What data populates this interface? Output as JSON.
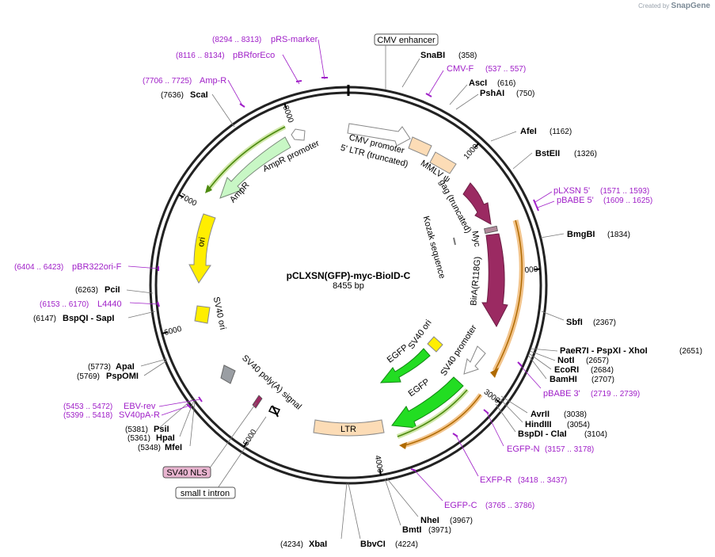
{
  "header": {
    "created_by": "Created by",
    "brand": "SnapGene"
  },
  "plasmid": {
    "name": "pCLXSN(GFP)-myc-BioID-C",
    "length_label": "8455 bp"
  },
  "ticks": [
    {
      "label": "1000",
      "bp": 1000
    },
    {
      "label": "2000",
      "bp": 2000
    },
    {
      "label": "3000",
      "bp": 3000
    },
    {
      "label": "4000",
      "bp": 4000
    },
    {
      "label": "5000",
      "bp": 5000
    },
    {
      "label": "6000",
      "bp": 6000
    },
    {
      "label": "7000",
      "bp": 7000
    },
    {
      "label": "8000",
      "bp": 8000
    }
  ],
  "features": [
    {
      "name": "CMV enhancer",
      "boxed": true
    },
    {
      "name": "CMV promoter"
    },
    {
      "name": "5' LTR (truncated)"
    },
    {
      "name": "MMLV ψ"
    },
    {
      "name": "gag (truncated)"
    },
    {
      "name": "Myc"
    },
    {
      "name": "Kozak sequence"
    },
    {
      "name": "BirA(R118G)"
    },
    {
      "name": "SV40 promoter"
    },
    {
      "name": "EGFP"
    },
    {
      "name": "SV40 ori"
    },
    {
      "name": "EGFP"
    },
    {
      "name": "LTR"
    },
    {
      "name": "SV40 poly(A) signal"
    },
    {
      "name": "SV40 ori"
    },
    {
      "name": "ori"
    },
    {
      "name": "AmpR"
    },
    {
      "name": "AmpR promoter"
    },
    {
      "name": "SV40 NLS",
      "boxed": true
    },
    {
      "name": "small t intron",
      "boxed": true
    }
  ],
  "enzymes": [
    {
      "name": "SnaBI",
      "pos": "(358)"
    },
    {
      "name": "AscI",
      "pos": "(616)"
    },
    {
      "name": "PshAI",
      "pos": "(750)"
    },
    {
      "name": "AfeI",
      "pos": "(1162)"
    },
    {
      "name": "BstEII",
      "pos": "(1326)"
    },
    {
      "name": "BmgBI",
      "pos": "(1834)"
    },
    {
      "name": "SbfI",
      "pos": "(2367)"
    },
    {
      "name": "PaeR7I - PspXI - XhoI",
      "pos": "(2651)"
    },
    {
      "name": "NotI",
      "pos": "(2657)"
    },
    {
      "name": "EcoRI",
      "pos": "(2684)"
    },
    {
      "name": "BamHI",
      "pos": "(2707)"
    },
    {
      "name": "AvrII",
      "pos": "(3038)"
    },
    {
      "name": "HindIII",
      "pos": "(3054)"
    },
    {
      "name": "BspDI - ClaI",
      "pos": "(3104)"
    },
    {
      "name": "NheI",
      "pos": "(3967)"
    },
    {
      "name": "BmtI",
      "pos": "(3971)"
    },
    {
      "name": "BbvCI",
      "pos": "(4224)"
    },
    {
      "name": "XbaI",
      "pos": "(4234)"
    },
    {
      "name": "MfeI",
      "pos": "(5348)"
    },
    {
      "name": "HpaI",
      "pos": "(5361)"
    },
    {
      "name": "PsiI",
      "pos": "(5381)"
    },
    {
      "name": "PspOMI",
      "pos": "(5769)"
    },
    {
      "name": "ApaI",
      "pos": "(5773)"
    },
    {
      "name": "BspQI - SapI",
      "pos": "(6147)"
    },
    {
      "name": "PciI",
      "pos": "(6263)"
    },
    {
      "name": "ScaI",
      "pos": "(7636)"
    }
  ],
  "primers": [
    {
      "name": "pRS-marker",
      "range": "(8294 .. 8313)"
    },
    {
      "name": "pBRforEco",
      "range": "(8116 .. 8134)"
    },
    {
      "name": "Amp-R",
      "range": "(7706 .. 7725)"
    },
    {
      "name": "CMV-F",
      "range": "(537 .. 557)"
    },
    {
      "name": "pLXSN 5'",
      "range": "(1571 .. 1593)"
    },
    {
      "name": "pBABE 5'",
      "range": "(1609 .. 1625)"
    },
    {
      "name": "pBABE 3'",
      "range": "(2719 .. 2739)"
    },
    {
      "name": "EGFP-N",
      "range": "(3157 .. 3178)"
    },
    {
      "name": "EXFP-R",
      "range": "(3418 .. 3437)"
    },
    {
      "name": "EGFP-C",
      "range": "(3765 .. 3786)"
    },
    {
      "name": "pBR322ori-F",
      "range": "(6404 .. 6423)"
    },
    {
      "name": "L4440",
      "range": "(6153 .. 6170)"
    },
    {
      "name": "EBV-rev",
      "range": "(5453 .. 5472)"
    },
    {
      "name": "SV40pA-R",
      "range": "(5399 .. 5418)"
    }
  ],
  "colors": {
    "ring": "#222222",
    "enzyme_text": "#000000",
    "primer": "#a020c8",
    "gag": "#9b2a62",
    "egfp": "#22dd22",
    "ori": "#ffee00",
    "ampr": "#c8f7c5",
    "ltr": "#fcdcb6",
    "orange_outline": "#f2a444"
  }
}
